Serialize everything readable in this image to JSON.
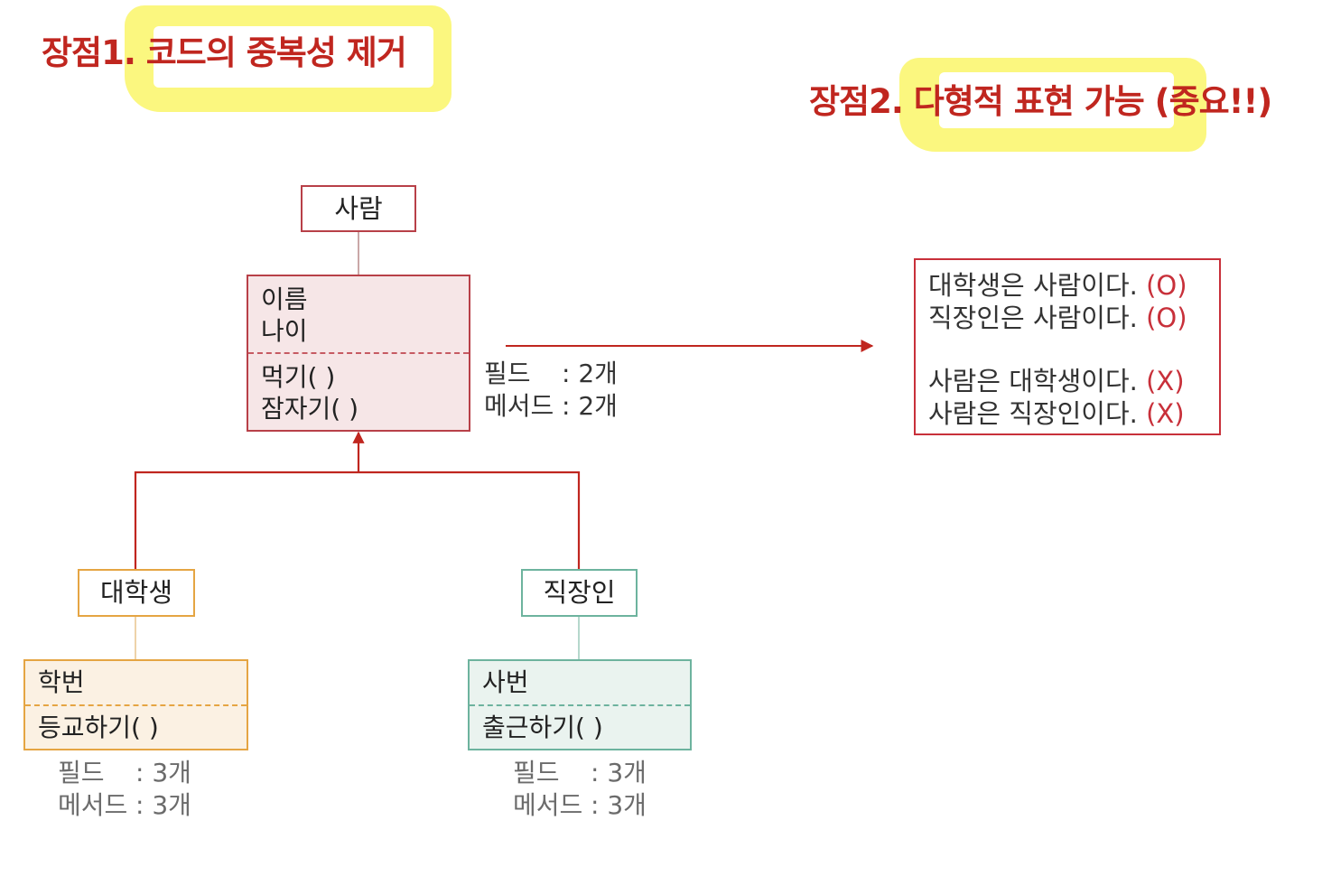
{
  "colors": {
    "accent_red": "#c0261f",
    "parent_border": "#b84048",
    "parent_fill": "#f6e6e7",
    "student_border": "#e5a543",
    "student_fill": "#fbf1e3",
    "worker_border": "#6db39e",
    "worker_fill": "#eaf3ef",
    "highlight": "#fbf77f",
    "text_dark": "#222222",
    "text_gray": "#6b6b6b"
  },
  "headings": {
    "advantage1": "장점1. 코드의 중복성 제거",
    "advantage2": "장점2. 다형적 표현 가능 (중요!!)"
  },
  "parent": {
    "name": "사람",
    "fields": [
      "이름",
      "나이"
    ],
    "methods": [
      "먹기( )",
      "잠자기( )"
    ],
    "field_count_label": "필드",
    "field_count": ": 2개",
    "method_count_label": "메서드",
    "method_count": ": 2개"
  },
  "student": {
    "name": "대학생",
    "fields": [
      "학번"
    ],
    "methods": [
      "등교하기( )"
    ],
    "field_count_label": "필드",
    "field_count": ": 3개",
    "method_count_label": "메서드",
    "method_count": ": 3개"
  },
  "worker": {
    "name": "직장인",
    "fields": [
      "사번"
    ],
    "methods": [
      "출근하기( )"
    ],
    "field_count_label": "필드",
    "field_count": ": 3개",
    "method_count_label": "메서드",
    "method_count": ": 3개"
  },
  "polymorphism": {
    "statements": [
      {
        "text": "대학생은 사람이다. ",
        "mark": "(O)"
      },
      {
        "text": "직장인은 사람이다. ",
        "mark": "(O)"
      },
      {
        "text": "사람은 대학생이다. ",
        "mark": "(X)"
      },
      {
        "text": "사람은 직장인이다. ",
        "mark": "(X)"
      }
    ]
  }
}
